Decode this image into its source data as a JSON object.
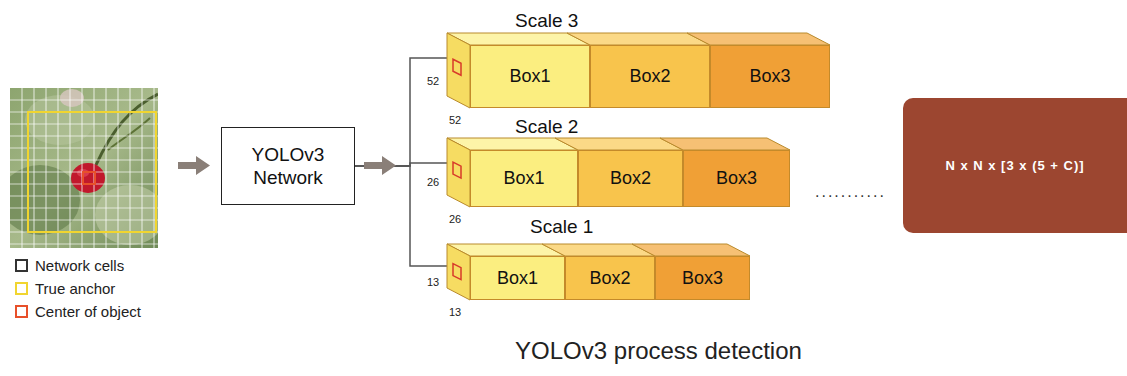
{
  "diagram": {
    "caption": "YOLOv3 process detection",
    "nodes": [
      {
        "text": [
          "YOLOv3 Network"
        ]
      },
      {
        "text": [
          "Scale 3"
        ]
      },
      {
        "text": [
          "Box1"
        ],
        "in": 1
      },
      {
        "text": [
          "Box2"
        ],
        "in": 1
      },
      {
        "text": [
          "Box3"
        ],
        "in": 1
      },
      {
        "text": [
          "Scale 2"
        ]
      },
      {
        "text": [
          "Box1"
        ],
        "in": 5
      },
      {
        "text": [
          "Box2"
        ],
        "in": 5
      },
      {
        "text": [
          "Box3"
        ],
        "in": 5
      },
      {
        "text": [
          "Scale 1"
        ]
      },
      {
        "text": [
          "Box1"
        ],
        "in": 9
      },
      {
        "text": [
          "Box2"
        ],
        "in": 9
      },
      {
        "text": [
          "Box3"
        ],
        "in": 9
      },
      {
        "text": [
          "N x N x [3 x (5 + C)]"
        ]
      }
    ],
    "edges": [
      {
        "from": 0,
        "to": 1,
        "arrow": "none"
      },
      {
        "from": 0,
        "to": 5,
        "arrow": "none"
      },
      {
        "from": 0,
        "to": 9,
        "arrow": "none"
      }
    ],
    "labels": [
      "52",
      "52",
      "26",
      "26",
      "13",
      "13",
      "..........."
    ],
    "legend": [
      {
        "text": "Network cells",
        "color": "#333333"
      },
      {
        "text": "True anchor",
        "color": "#f1d530"
      },
      {
        "text": "Center of object",
        "color": "#e8502a"
      }
    ]
  }
}
